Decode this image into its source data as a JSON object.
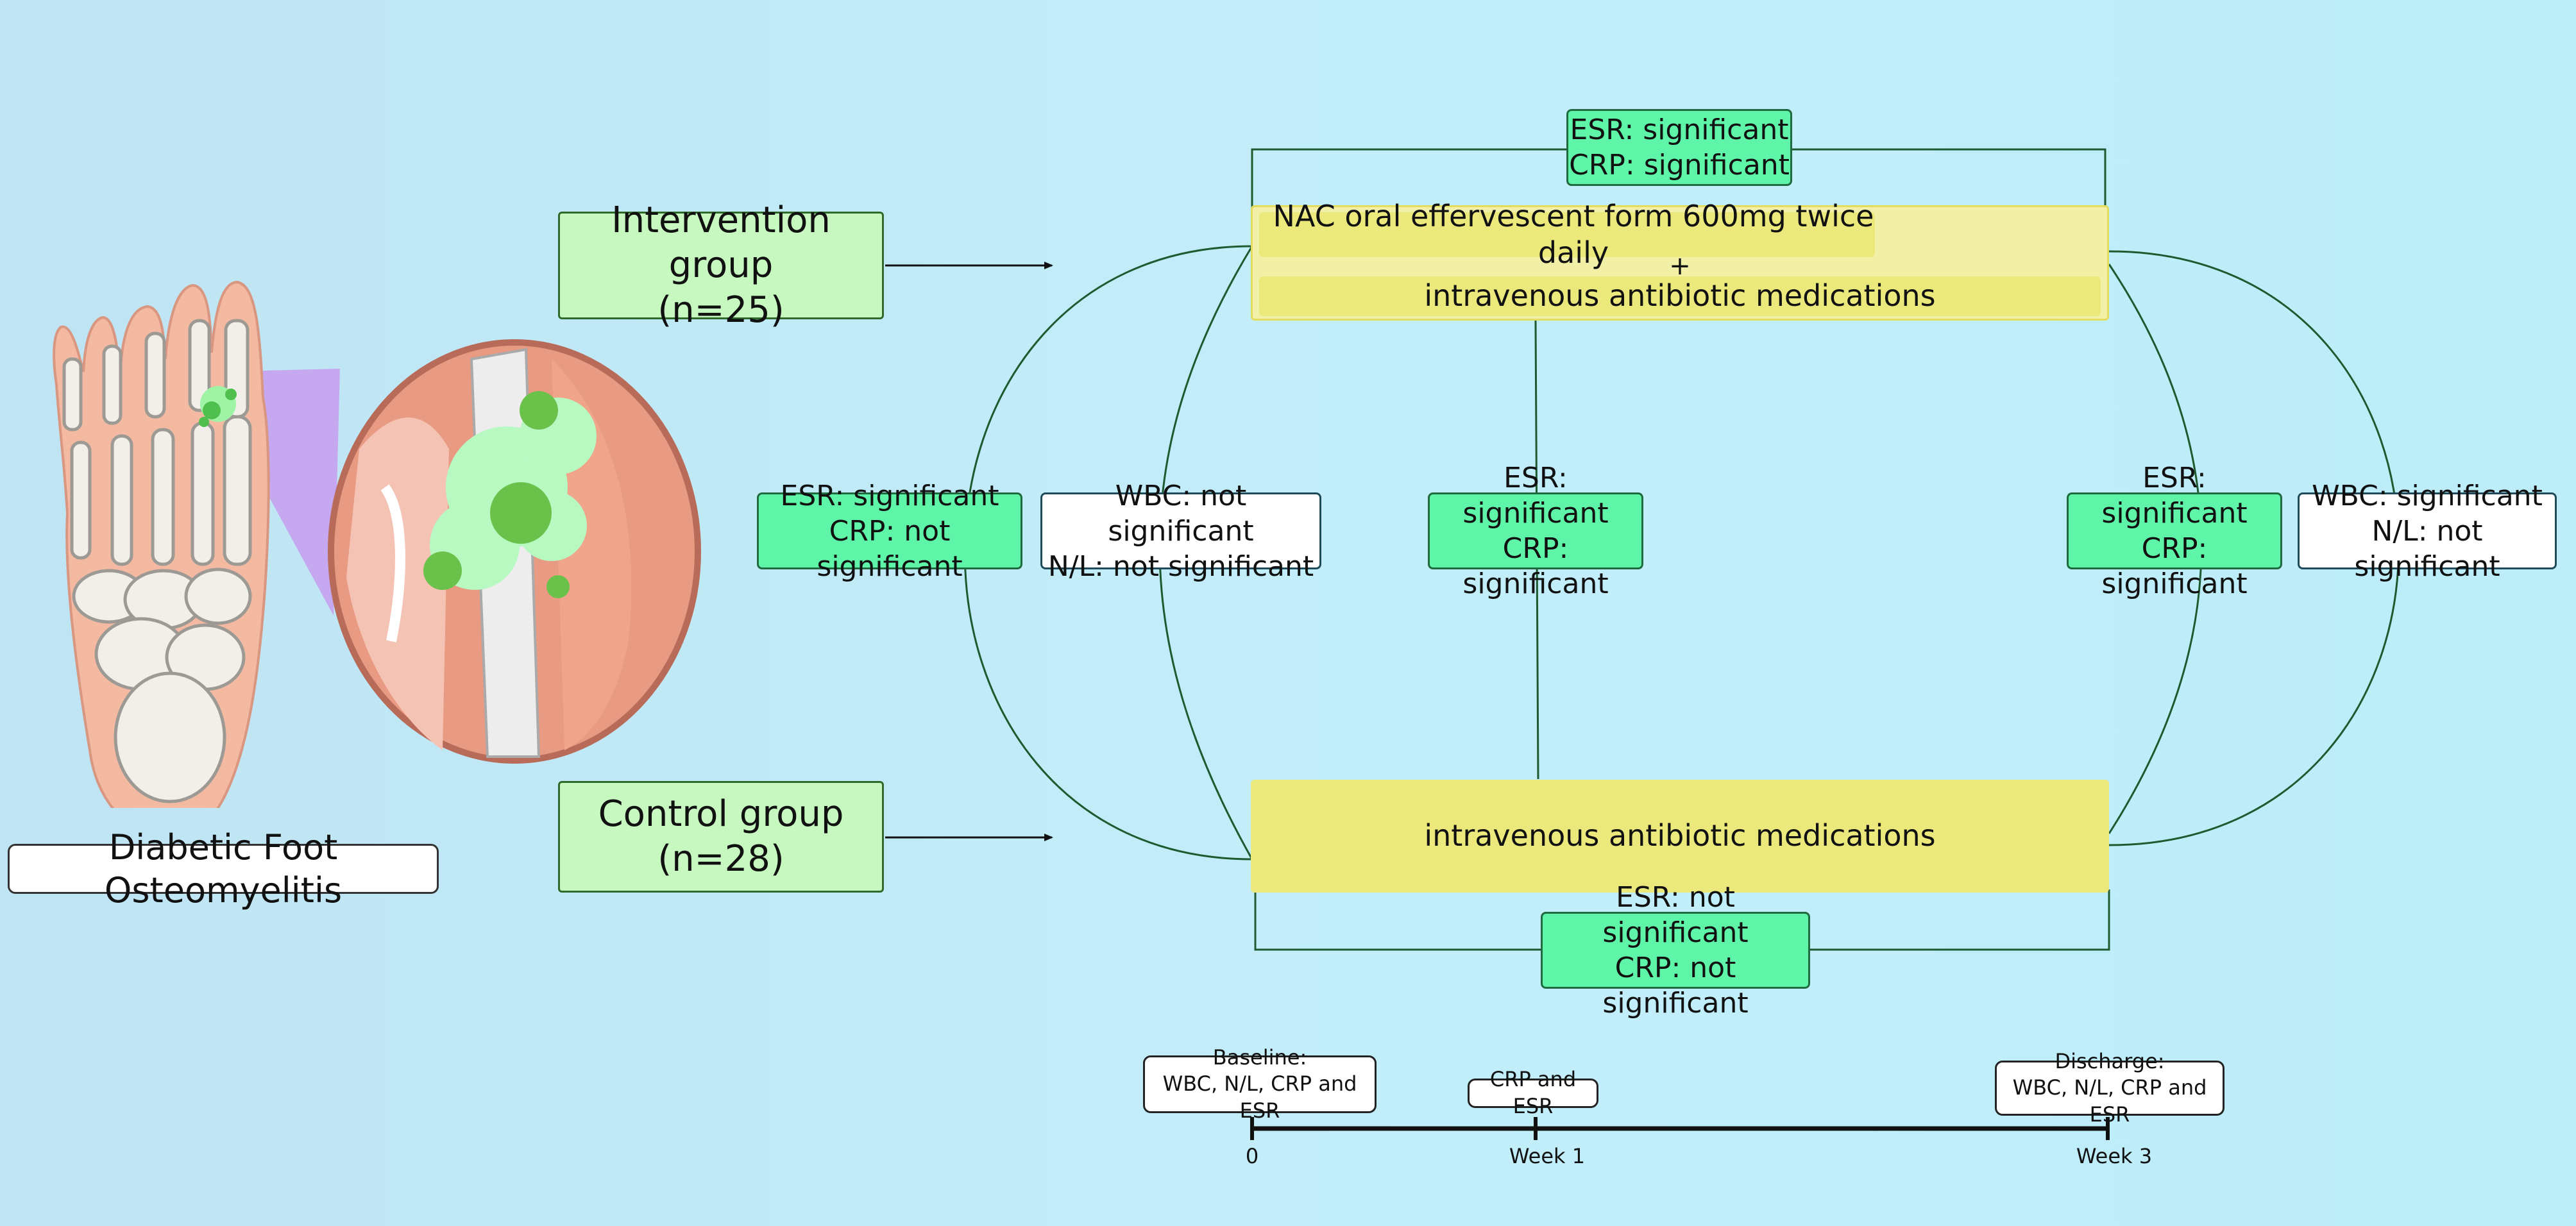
{
  "figure": {
    "condition_label": "Diabetic Foot Osteomyelitis",
    "intervention": {
      "label": "Intervention group",
      "n": "(n=25)"
    },
    "control": {
      "label": "Control group",
      "n": "(n=28)"
    },
    "intervention_treatment": {
      "line1": "NAC oral effervescent form 600mg twice daily",
      "plus": "+",
      "line2": "intravenous antibiotic medications"
    },
    "control_treatment": "intravenous antibiotic medications",
    "results": {
      "intervention_overall": {
        "esr": "ESR: significant",
        "crp": "CRP: significant"
      },
      "control_overall": {
        "esr": "ESR: not significant",
        "crp": "CRP: not significant"
      },
      "left_outer": {
        "esr": "ESR: significant",
        "crp": "CRP: not significant"
      },
      "left_inner": {
        "wbc": "WBC: not significant",
        "nl": "N/L: not significant"
      },
      "middle": {
        "esr": "ESR: significant",
        "crp": "CRP: significant"
      },
      "right_inner": {
        "esr": "ESR: significant",
        "crp": "CRP: significant"
      },
      "right_outer": {
        "wbc": "WBC: significant",
        "nl": "N/L: not significant"
      }
    },
    "timeline": {
      "baseline": {
        "title": "Baseline:",
        "tests": "WBC, N/L, CRP and ESR"
      },
      "week1": {
        "tests": "CRP and ESR"
      },
      "discharge": {
        "title": "Discharge:",
        "tests": "WBC, N/L, CRP and ESR"
      },
      "ticks": [
        "0",
        "Week 1",
        "Week 3"
      ]
    },
    "colors": {
      "connector": "#1e5a30",
      "significant_box": "#5ff5a8",
      "group_box": "#c6f8c0",
      "treatment_box": "#ece97c"
    }
  }
}
